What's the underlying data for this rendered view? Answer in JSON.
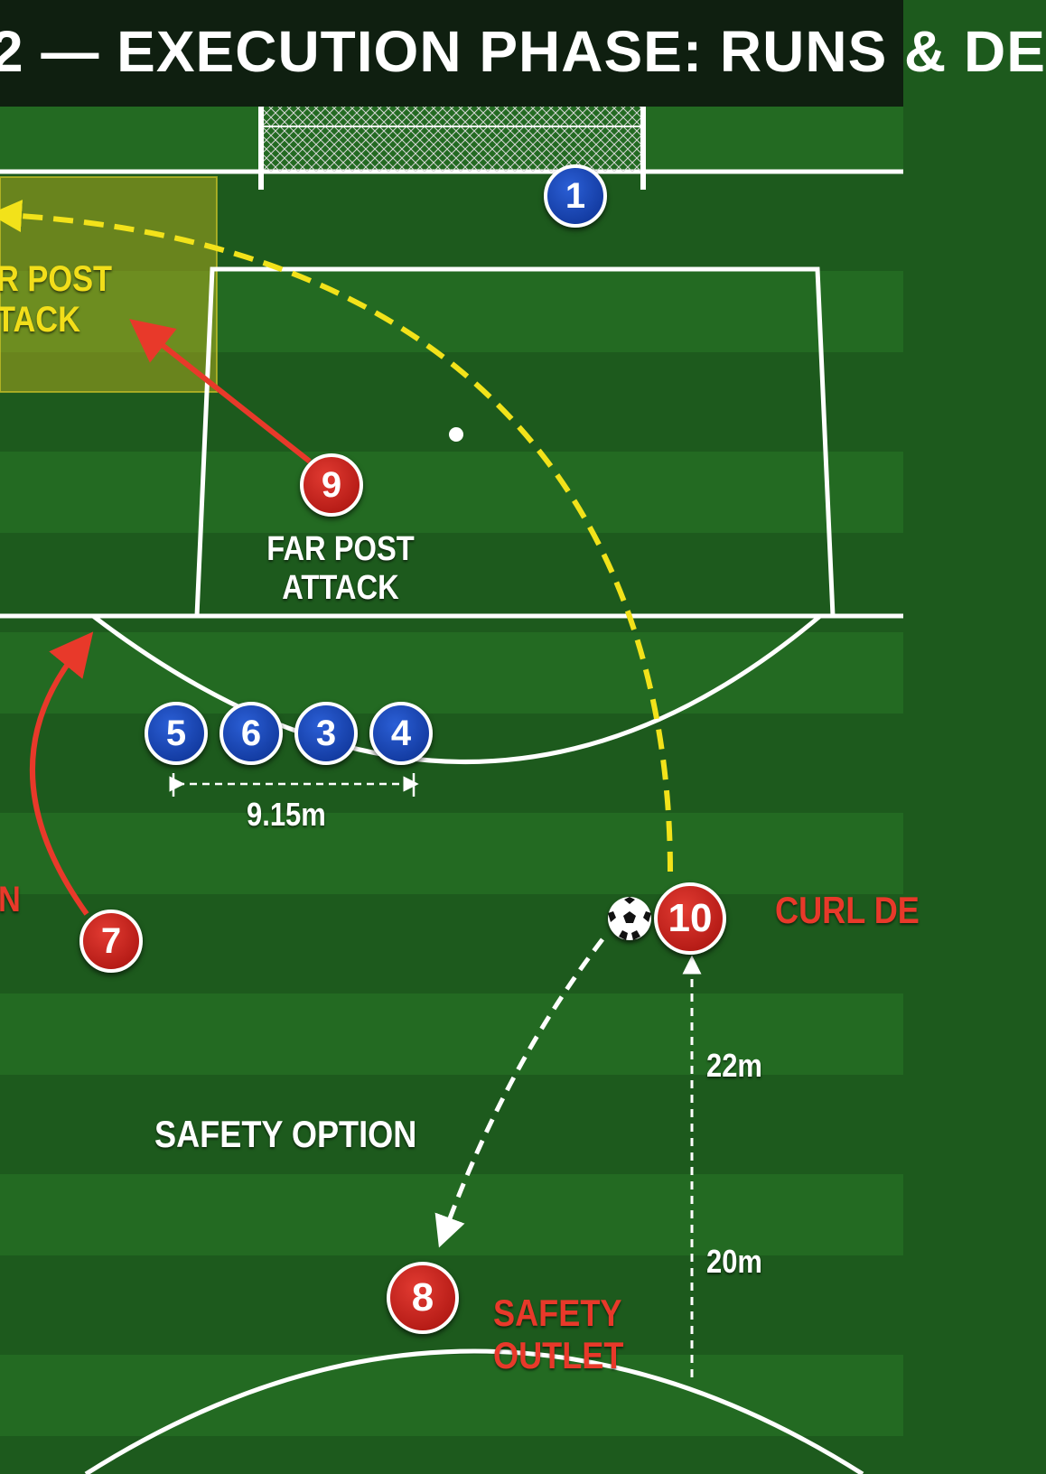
{
  "header": {
    "title": "2 — EXECUTION PHASE: RUNS & DE"
  },
  "zone": {
    "label_line1": "R POST",
    "label_line2": "TACK"
  },
  "players": {
    "goalkeeper": "1",
    "wall": [
      "5",
      "6",
      "3",
      "4"
    ],
    "attacker_9": "9",
    "attacker_7": "7",
    "taker_10": "10",
    "safety_8": "8"
  },
  "labels": {
    "far_post_attack_line1": "FAR POST",
    "far_post_attack_line2": "ATTACK",
    "wall_distance": "9.15m",
    "run_partial": "N",
    "curl_partial": "CURL DE",
    "safety_option": "SAFETY OPTION",
    "safety_outlet_line1": "SAFETY",
    "safety_outlet_line2": "OUTLET",
    "distance_22": "22m",
    "distance_20": "20m"
  },
  "colors": {
    "pitch_dark": "#1d5a1d",
    "pitch_light": "#236a22",
    "line_white": "#ffffff",
    "attack_red": "#e8392a",
    "defend_blue": "#0b2f8f",
    "ball_path_yellow": "#f2e21a",
    "zone_yellow": "#c8b820"
  }
}
